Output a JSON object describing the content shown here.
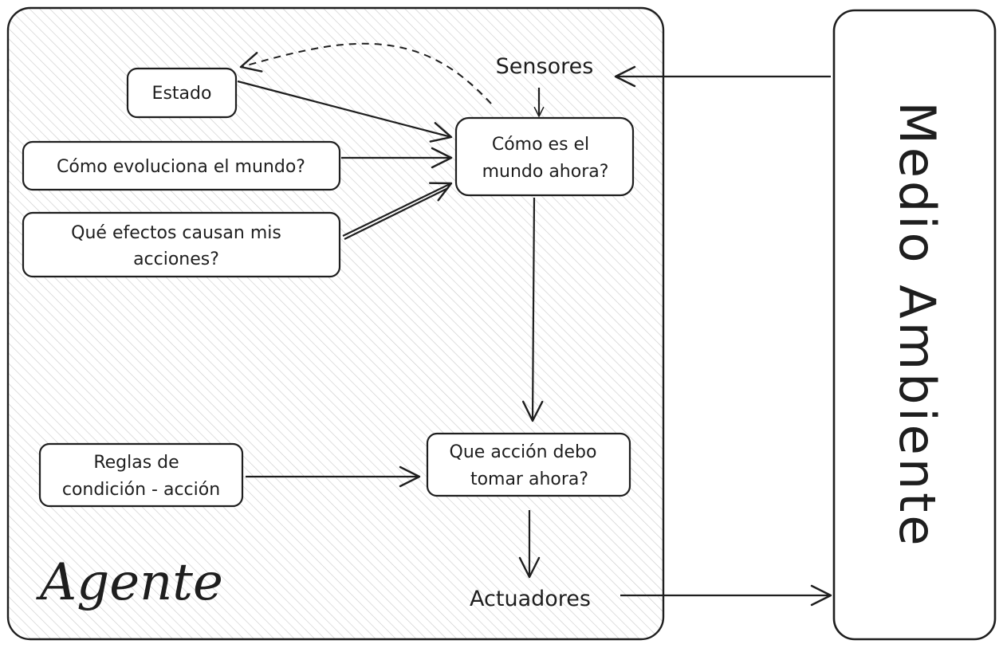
{
  "agent": {
    "label": "Agente"
  },
  "environment": {
    "label": "Medio Ambiente"
  },
  "nodes": {
    "sensores": "Sensores",
    "estado": "Estado",
    "evolucion": "Cómo evoluciona el mundo?",
    "efectos_line1": "Qué efectos causan mis",
    "efectos_line2": "acciones?",
    "como_es_line1": "Cómo es el",
    "como_es_line2": "mundo ahora?",
    "reglas_line1": "Reglas de",
    "reglas_line2": "condición - acción",
    "accion_line1": "Que acción debo",
    "accion_line2": "tomar ahora?",
    "actuadores": "Actuadores"
  }
}
